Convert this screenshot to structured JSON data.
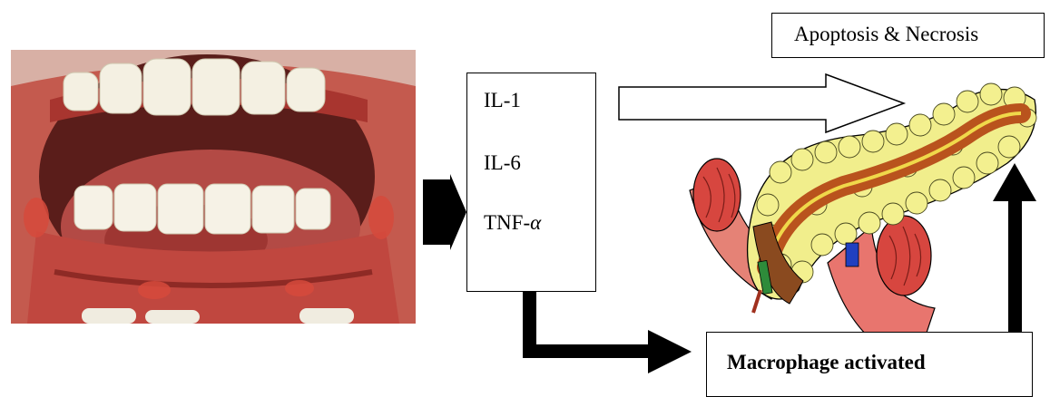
{
  "outcome_box": {
    "label": "Apoptosis & Necrosis"
  },
  "cytokine_box": {
    "items": [
      {
        "label": "IL-1"
      },
      {
        "label": "IL-6"
      },
      {
        "label": "TNF-",
        "symbol": "α"
      }
    ]
  },
  "macrophage_box": {
    "label": "Macrophage activated"
  },
  "images": {
    "mouth": "oral-mucosa-photo",
    "pancreas": "pancreas-illustration"
  },
  "colors": {
    "arrow": "#000000",
    "gum_red": "#b8322b",
    "tooth": "#f2efe0",
    "pancreas_lobule": "#f2ef8a",
    "pancreas_duct": "#c0541e",
    "vessel": "#e8706a"
  }
}
